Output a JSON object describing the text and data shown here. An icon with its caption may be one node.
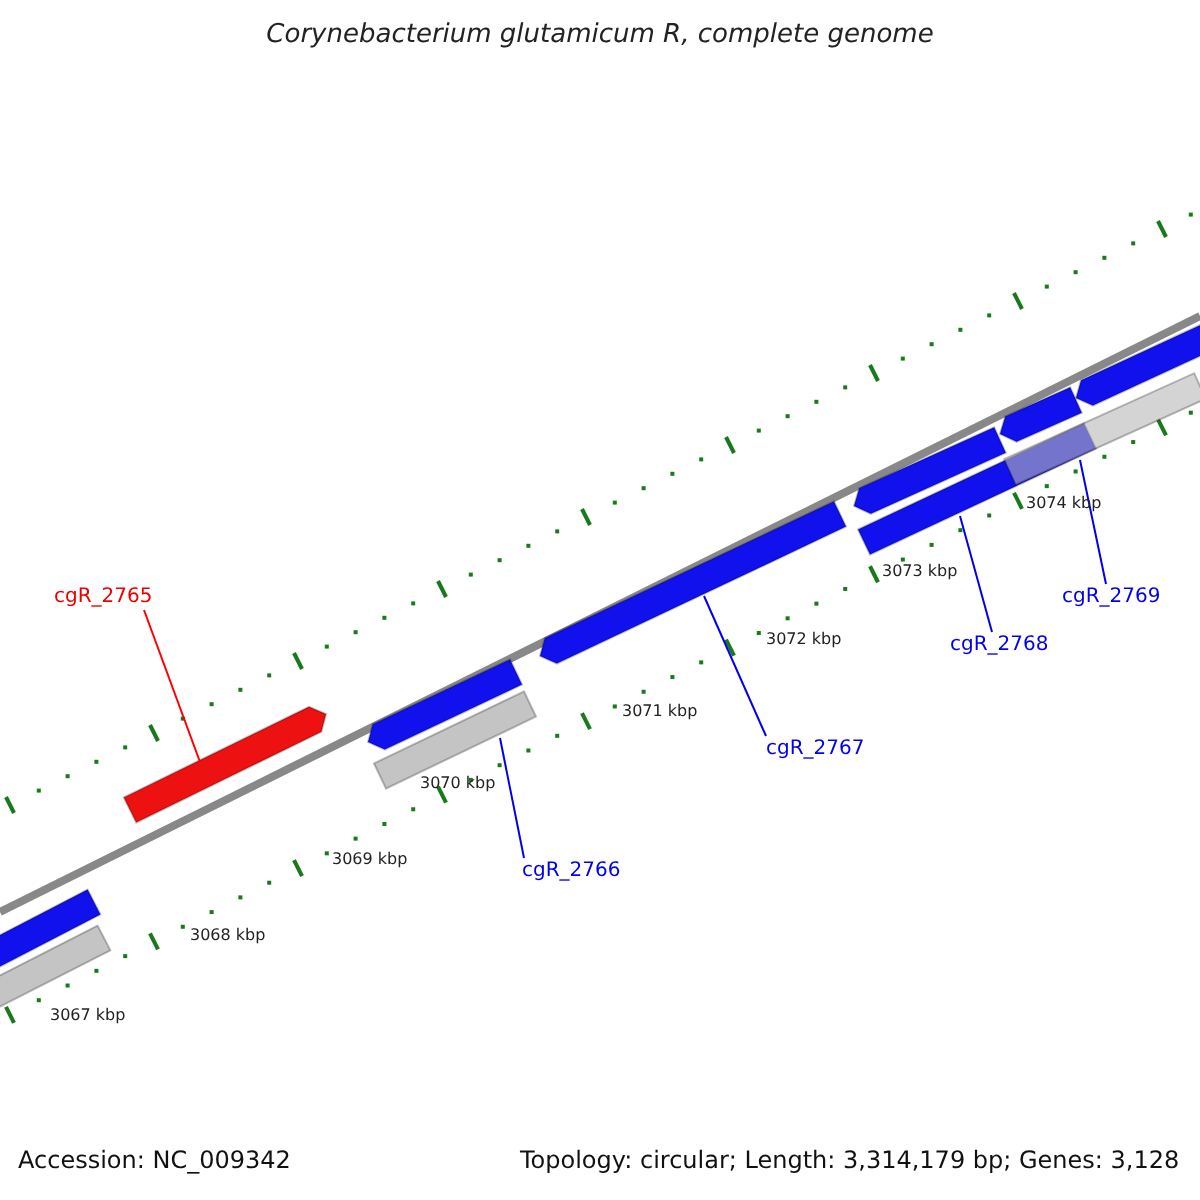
{
  "diagram": {
    "title": "Corynebacterium glutamicum R, complete genome",
    "nodes": [
      {
        "text": [
          "cgR_2765"
        ]
      },
      {
        "text": [],
        "shape": "bar"
      },
      {
        "text": [
          "cgR_2766"
        ]
      },
      {
        "text": [],
        "shape": "bar"
      },
      {
        "text": [
          "cgR_2767"
        ]
      },
      {
        "text": [],
        "shape": "bar"
      },
      {
        "text": [
          "cgR_2768"
        ]
      },
      {
        "text": [],
        "shape": "bar"
      },
      {
        "text": [
          "cgR_2769"
        ]
      },
      {
        "text": [],
        "shape": "bar"
      },
      {
        "text": [],
        "shape": "bar"
      },
      {
        "text": [],
        "shape": "bar"
      },
      {
        "text": [],
        "shape": "bar"
      },
      {
        "text": [],
        "shape": "bar"
      },
      {
        "text": [],
        "shape": "bar"
      },
      {
        "text": [],
        "shape": "bar"
      }
    ],
    "edges": [
      {
        "from": 0,
        "to": 1,
        "arrow": "none",
        "color": "#ff0000"
      },
      {
        "from": 2,
        "to": 3,
        "arrow": "none"
      },
      {
        "from": 4,
        "to": 5,
        "arrow": "none"
      },
      {
        "from": 6,
        "to": 7,
        "arrow": "none"
      },
      {
        "from": 8,
        "to": 9,
        "arrow": "none"
      }
    ],
    "labels": [
      "3074 kbp",
      "3073 kbp",
      "3072 kbp",
      "3071 kbp",
      "3070 kbp",
      "3069 kbp",
      "3068 kbp",
      "3067 kbp",
      "Accession: NC_009342",
      "Topology: circular; Length: 3,314,179 bp; Genes: 3,128"
    ]
  }
}
